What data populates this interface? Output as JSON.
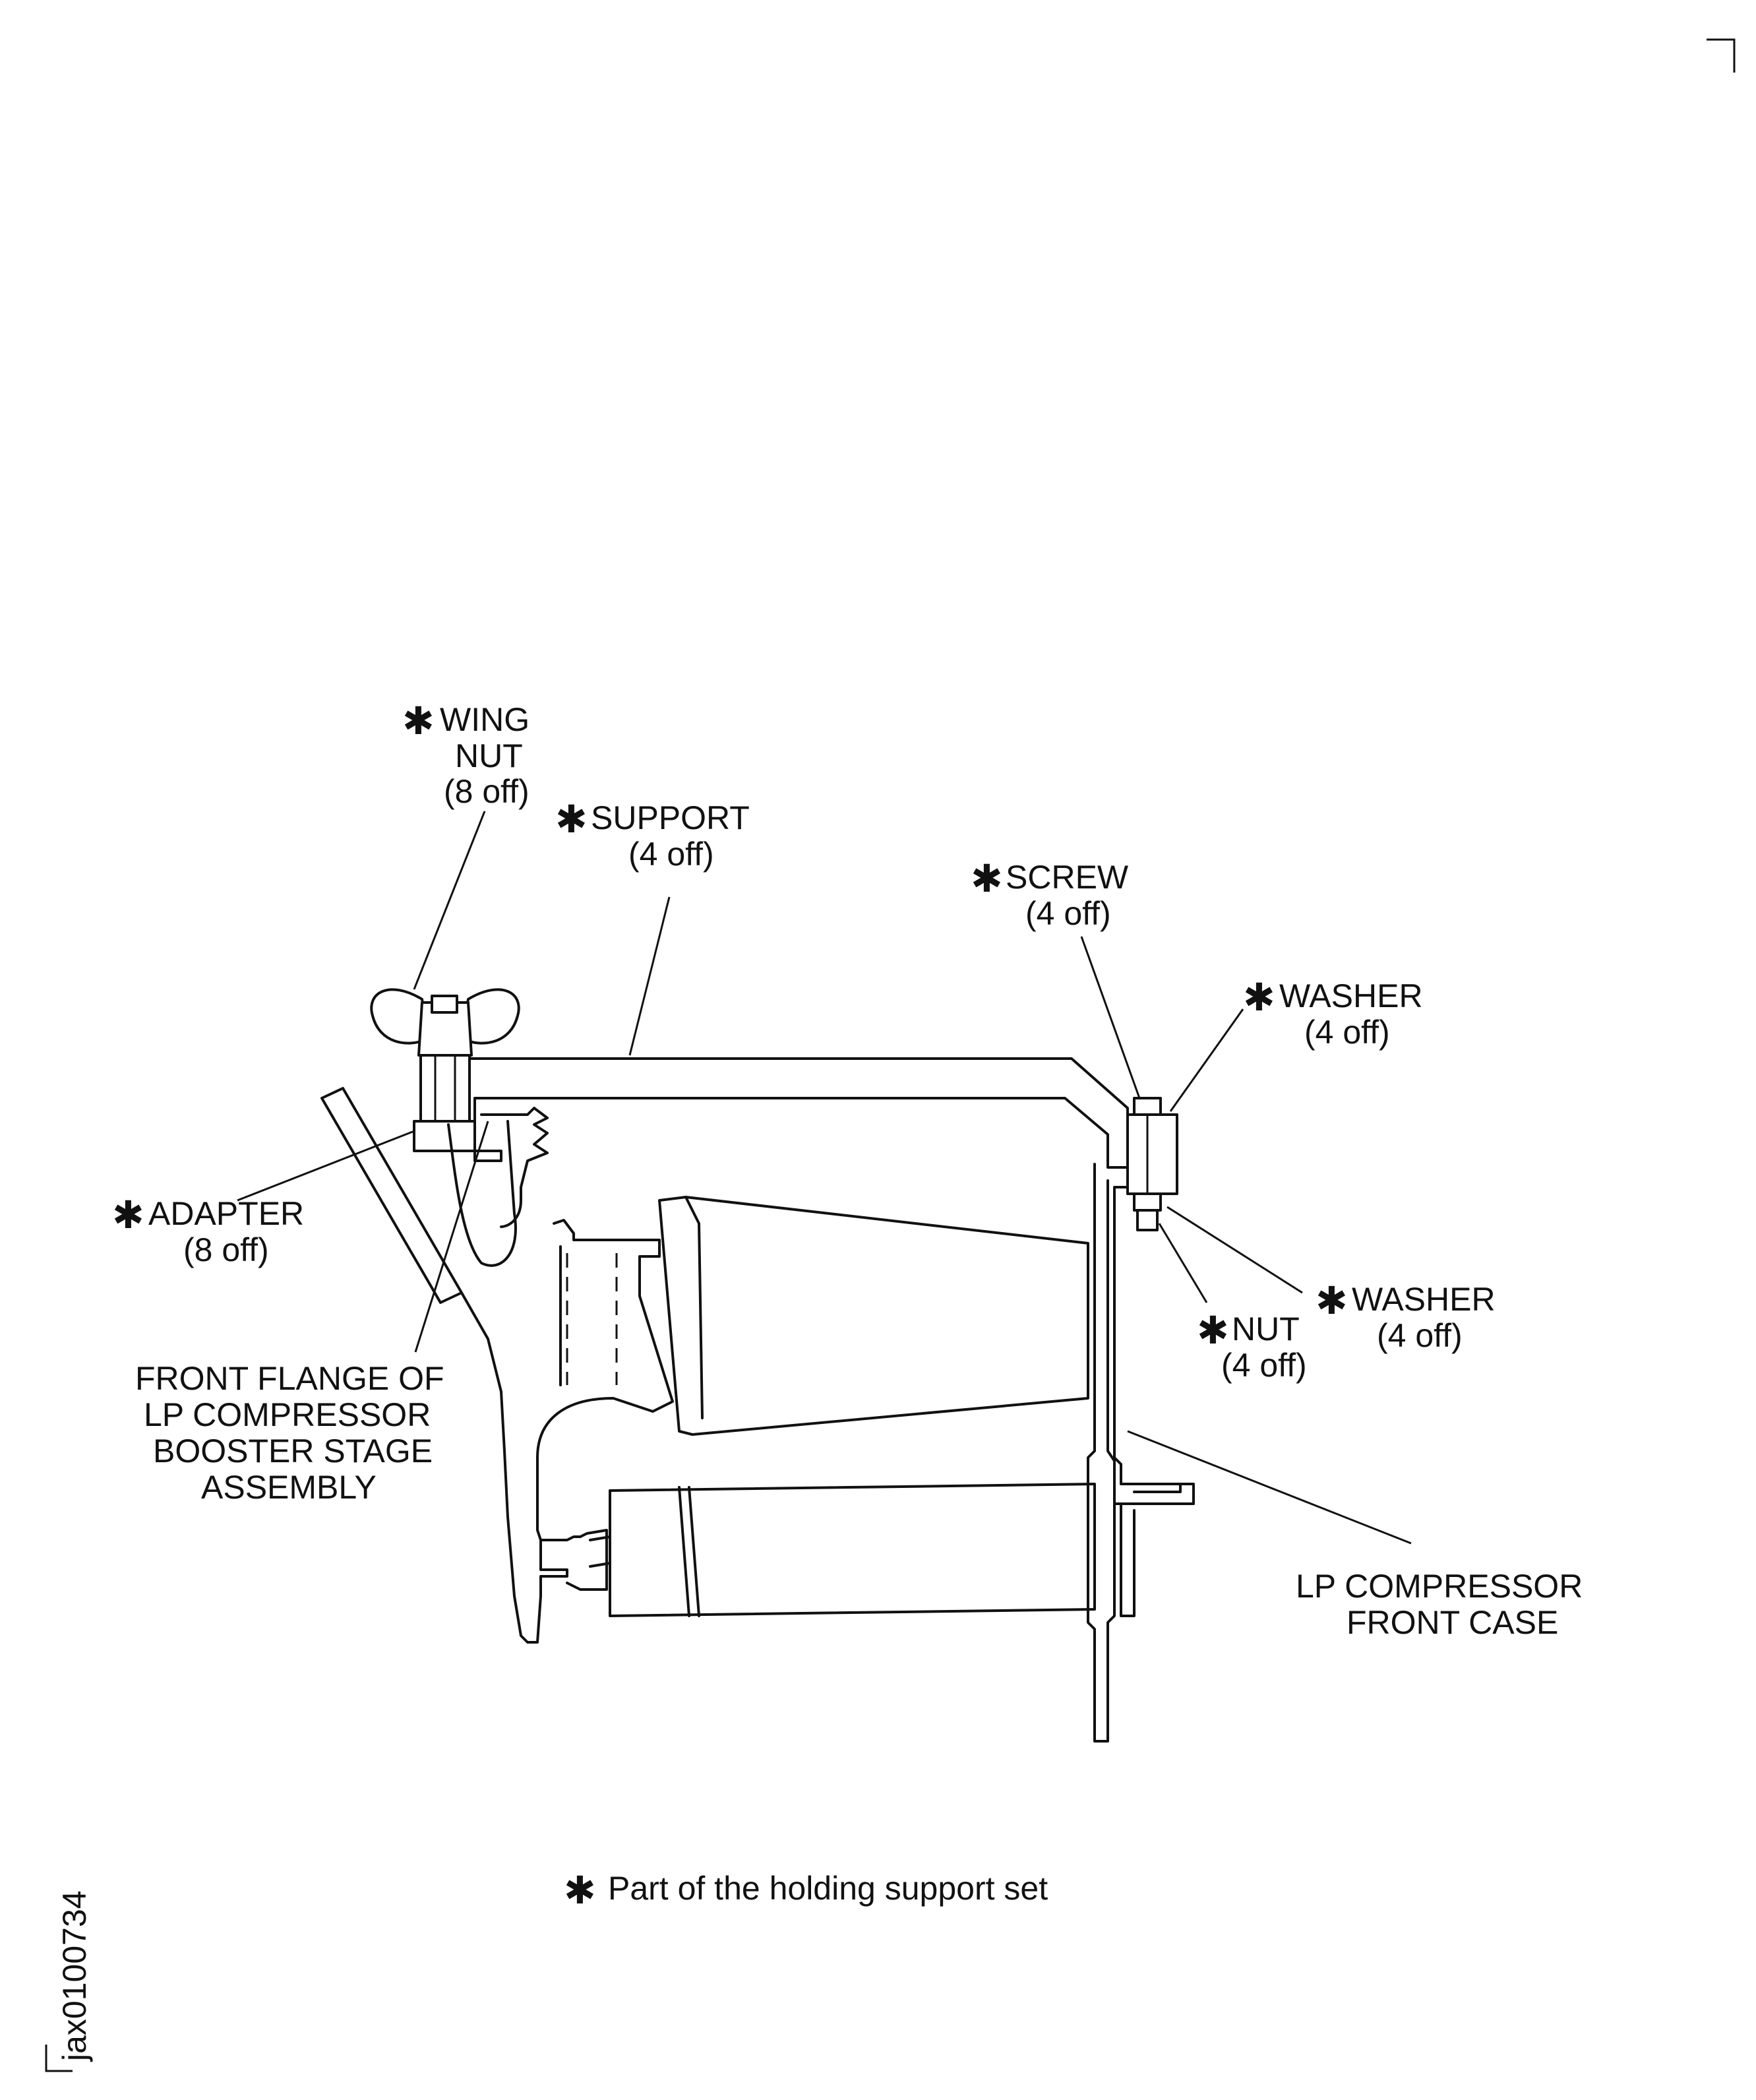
{
  "labels": {
    "wing_nut": {
      "line1": "WING",
      "line2": "NUT",
      "qty": "(8 off)"
    },
    "support": {
      "line1": "SUPPORT",
      "qty": "(4 off)"
    },
    "screw": {
      "line1": "SCREW",
      "qty": "(4 off)"
    },
    "washer_upper": {
      "line1": "WASHER",
      "qty": "(4 off)"
    },
    "adapter": {
      "line1": "ADAPTER",
      "qty": "(8 off)"
    },
    "washer_lower": {
      "line1": "WASHER",
      "qty": "(4 off)"
    },
    "nut": {
      "line1": "NUT",
      "qty": "(4 off)"
    },
    "front_flange": {
      "line1": "FRONT FLANGE OF",
      "line2": "LP COMPRESSOR",
      "line3": "BOOSTER STAGE",
      "line4": "ASSEMBLY"
    },
    "front_case": {
      "line1": "LP COMPRESSOR",
      "line2": "FRONT CASE"
    }
  },
  "asterisk": "✱",
  "footnote": "Part of the holding support set",
  "figure_ref": "jax0100734",
  "colors": {
    "ink": "#111111",
    "paper": "#ffffff"
  }
}
